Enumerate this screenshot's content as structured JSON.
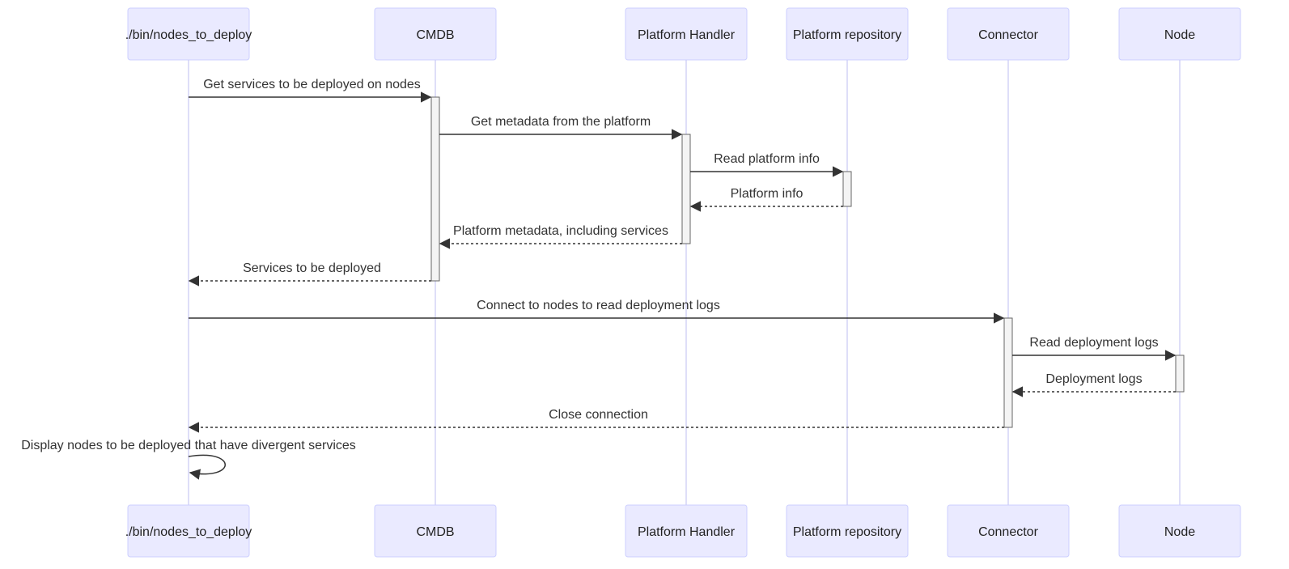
{
  "participants": [
    {
      "id": "nodes_to_deploy",
      "label": "./bin/nodes_to_deploy"
    },
    {
      "id": "cmdb",
      "label": "CMDB"
    },
    {
      "id": "platform_handler",
      "label": "Platform Handler"
    },
    {
      "id": "platform_repository",
      "label": "Platform repository"
    },
    {
      "id": "connector",
      "label": "Connector"
    },
    {
      "id": "node",
      "label": "Node"
    }
  ],
  "messages": [
    {
      "from": "nodes_to_deploy",
      "to": "cmdb",
      "text": "Get services to be deployed on nodes",
      "style": "solid"
    },
    {
      "from": "cmdb",
      "to": "platform_handler",
      "text": "Get metadata from the platform",
      "style": "solid"
    },
    {
      "from": "platform_handler",
      "to": "platform_repository",
      "text": "Read platform info",
      "style": "solid"
    },
    {
      "from": "platform_repository",
      "to": "platform_handler",
      "text": "Platform info",
      "style": "dashed"
    },
    {
      "from": "platform_handler",
      "to": "cmdb",
      "text": "Platform metadata, including services",
      "style": "dashed"
    },
    {
      "from": "cmdb",
      "to": "nodes_to_deploy",
      "text": "Services to be deployed",
      "style": "dashed"
    },
    {
      "from": "nodes_to_deploy",
      "to": "connector",
      "text": "Connect to nodes to read deployment logs",
      "style": "solid"
    },
    {
      "from": "connector",
      "to": "node",
      "text": "Read deployment logs",
      "style": "solid"
    },
    {
      "from": "node",
      "to": "connector",
      "text": "Deployment logs",
      "style": "dashed"
    },
    {
      "from": "connector",
      "to": "nodes_to_deploy",
      "text": "Close connection",
      "style": "dashed"
    },
    {
      "from": "nodes_to_deploy",
      "to": "nodes_to_deploy",
      "text": "Display nodes to be deployed that have divergent services",
      "style": "self"
    }
  ],
  "activations": [
    {
      "participant": "cmdb",
      "from_message": 0,
      "to_message": 5
    },
    {
      "participant": "platform_handler",
      "from_message": 1,
      "to_message": 4
    },
    {
      "participant": "platform_repository",
      "from_message": 2,
      "to_message": 3
    },
    {
      "participant": "connector",
      "from_message": 6,
      "to_message": 9
    },
    {
      "participant": "node",
      "from_message": 7,
      "to_message": 8
    }
  ],
  "colors": {
    "actor_fill": "#eaeaff",
    "actor_border": "#cccfff",
    "lifeline": "#d3d3f5",
    "arrow": "#333333",
    "activation_fill": "#f4f4f4"
  }
}
